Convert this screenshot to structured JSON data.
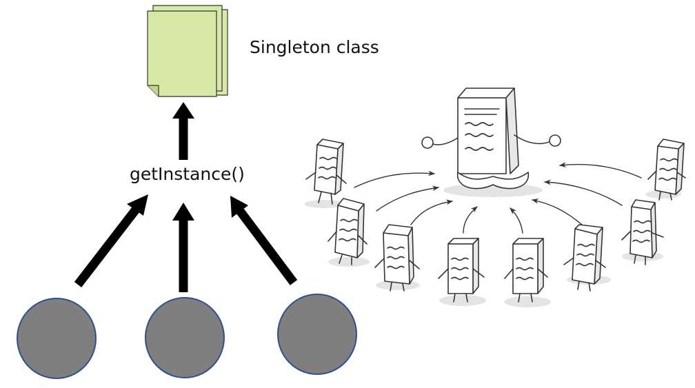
{
  "diagram": {
    "singleton_label": "Singleton class",
    "method_label": "getInstance()",
    "colors": {
      "document_fill": "#d8e8a6",
      "document_stroke": "#333333",
      "document_shadow": "#555555",
      "arrow": "#000000",
      "client_fill": "#7f7f7f",
      "client_stroke": "#2f4f8f",
      "cartoon_ink": "#333333",
      "cartoon_shadow": "#e4e4e4"
    },
    "icons": [
      "document-stack-icon",
      "arrow-up-icon",
      "client-circle-icon",
      "singleton-cartoon-illustration"
    ]
  }
}
